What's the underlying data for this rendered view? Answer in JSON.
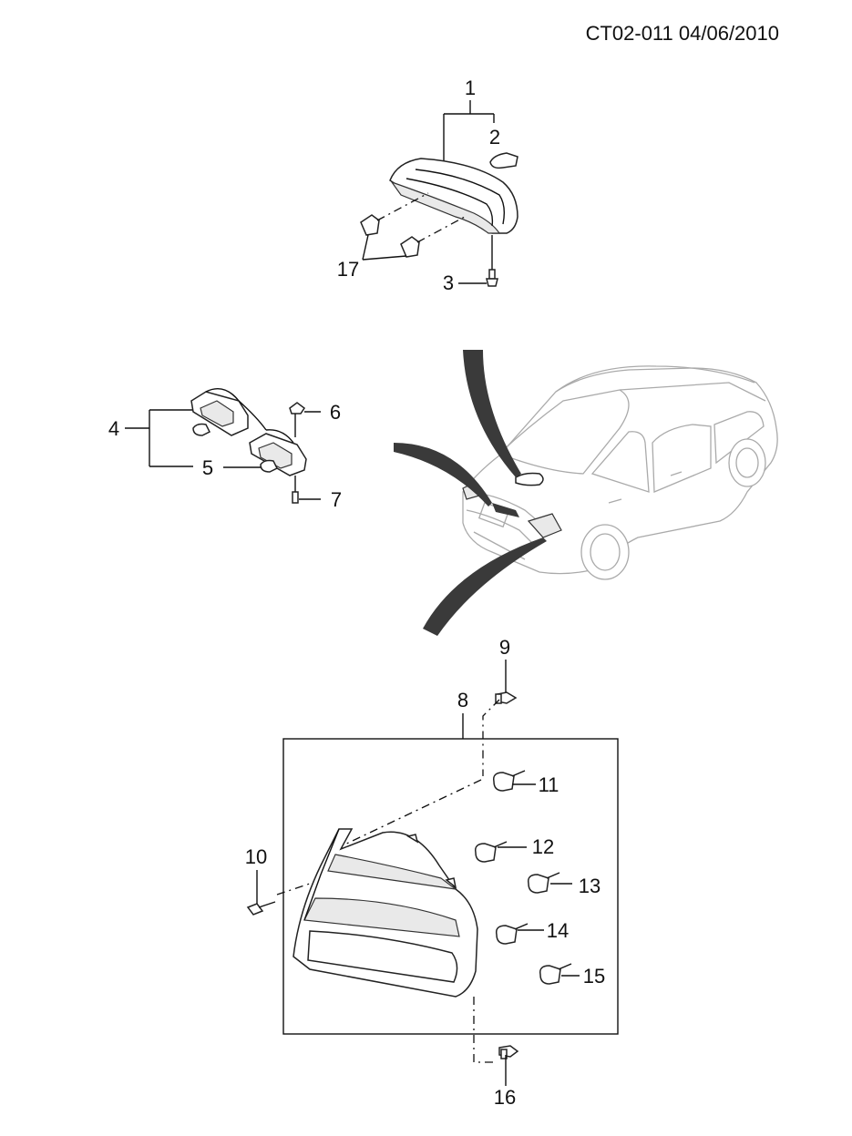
{
  "header": {
    "reference": "CT02-011 04/06/2010"
  },
  "callouts": {
    "c1": "1",
    "c2": "2",
    "c3": "3",
    "c4": "4",
    "c5": "5",
    "c6": "6",
    "c7": "7",
    "c8": "8",
    "c9": "9",
    "c10": "10",
    "c11": "11",
    "c12": "12",
    "c13": "13",
    "c14": "14",
    "c15": "15",
    "c16": "16",
    "c17": "17"
  }
}
